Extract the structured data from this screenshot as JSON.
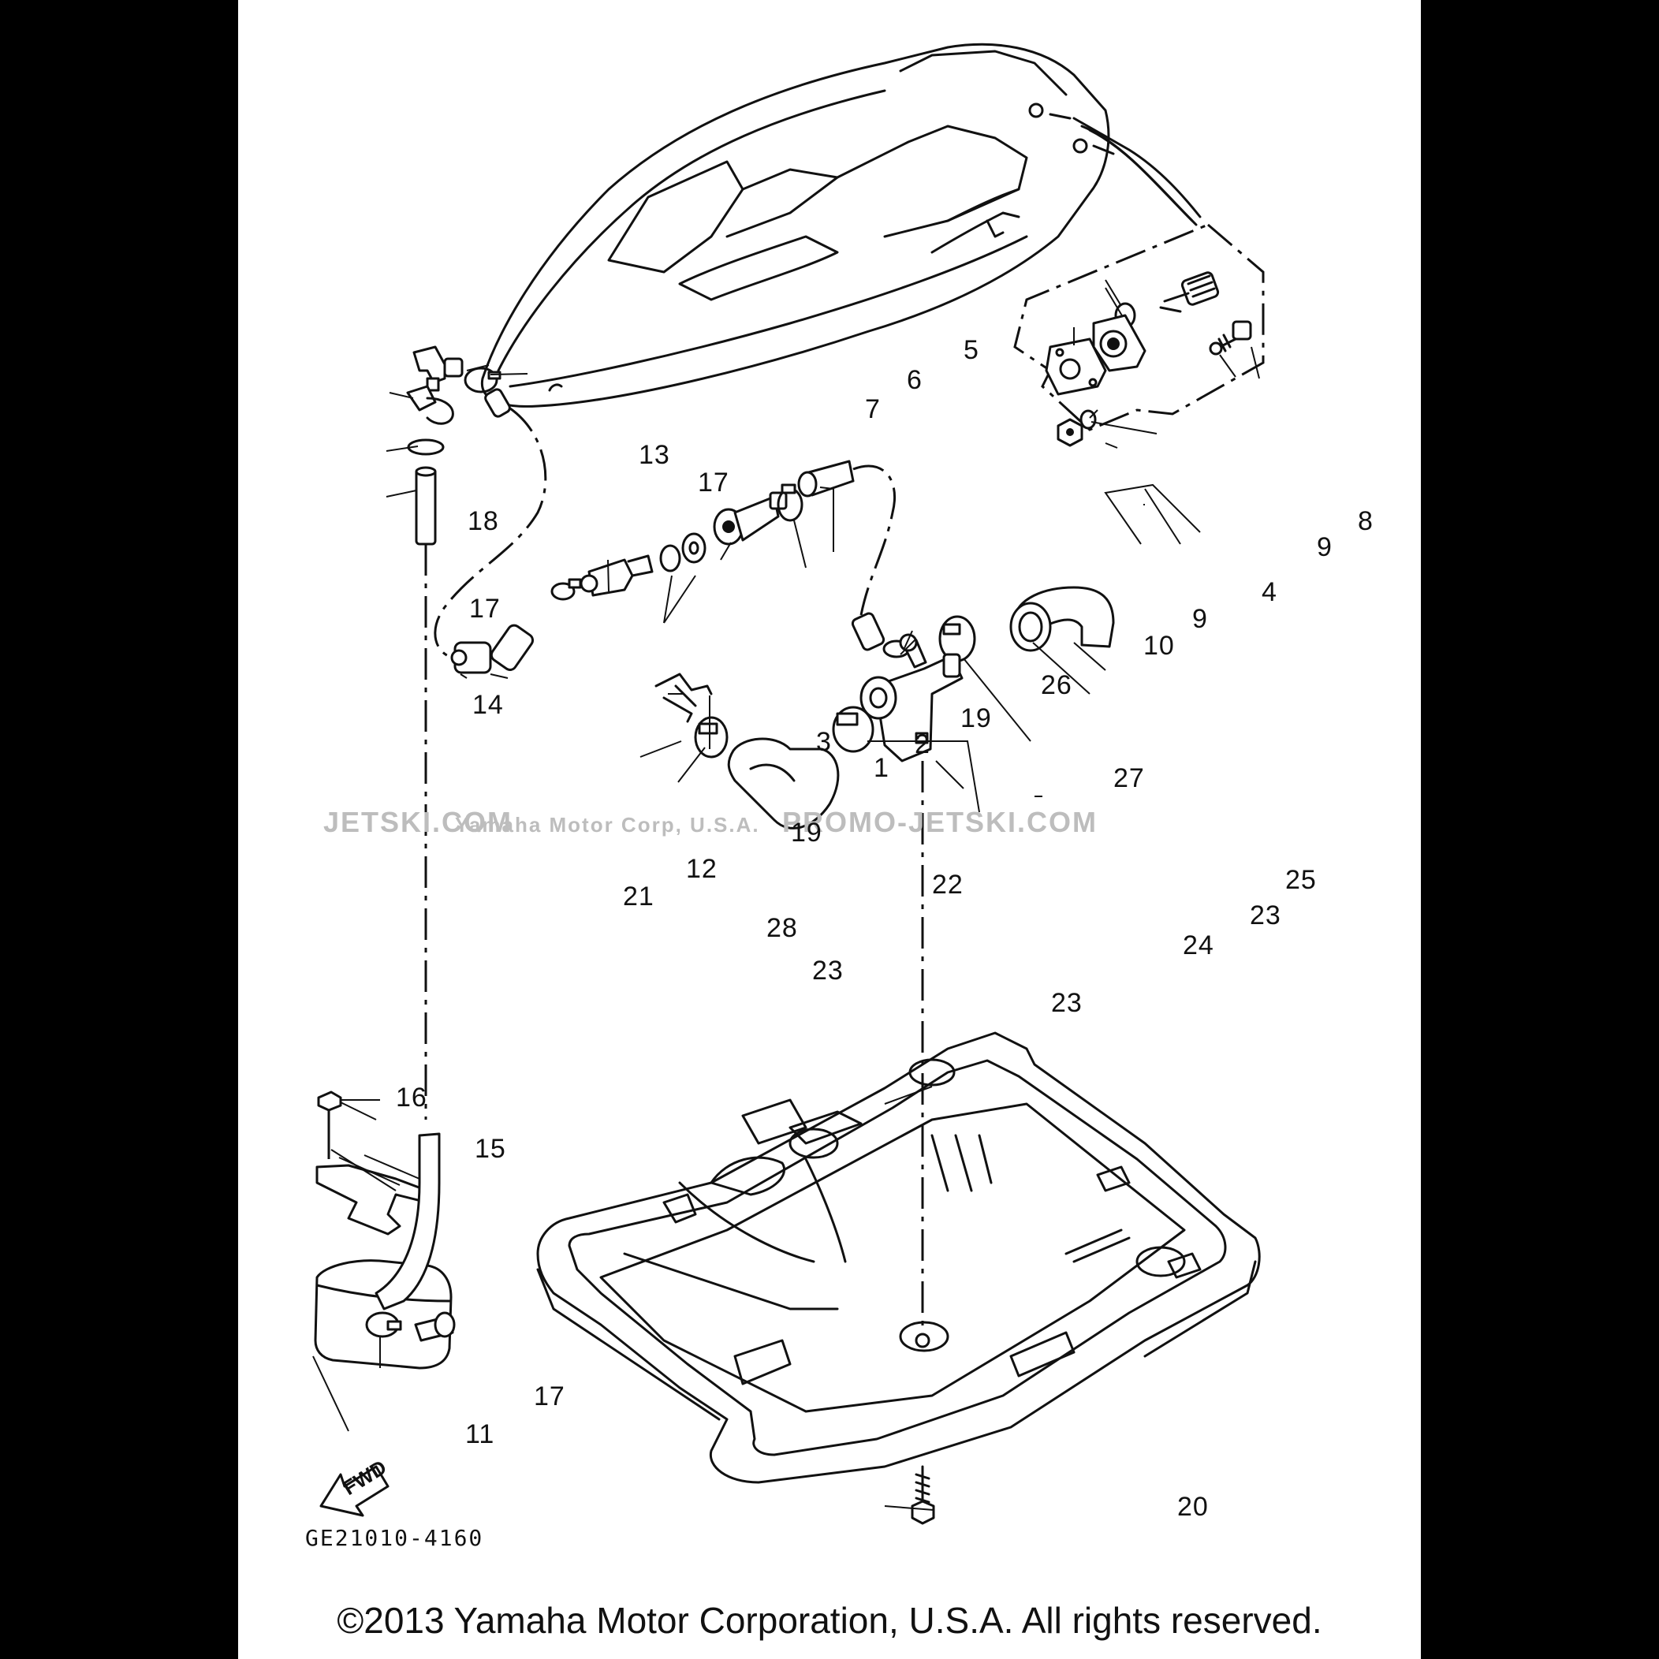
{
  "diagram": {
    "part_labels": {
      "p1": "1",
      "p2": "2",
      "p3": "3",
      "p4": "4",
      "p5": "5",
      "p6": "6",
      "p7": "7",
      "p8": "8",
      "p9a": "9",
      "p9b": "9",
      "p10": "10",
      "p11": "11",
      "p12": "12",
      "p13": "13",
      "p14": "14",
      "p15": "15",
      "p16": "16",
      "p17a": "17",
      "p17b": "17",
      "p17c": "17",
      "p18": "18",
      "p19a": "19",
      "p19b": "19",
      "p20": "20",
      "p21": "21",
      "p22": "22",
      "p23a": "23",
      "p23b": "23",
      "p23c": "23",
      "p24": "24",
      "p25": "25",
      "p26": "26",
      "p27": "27",
      "p28": "28"
    },
    "fwd_label": "FWD",
    "diagram_code": "GE21010-4160",
    "watermarks": {
      "left": "JETSKI.COM",
      "center": "Yamaha Motor Corp, U.S.A.",
      "right": "PROMO-JETSKI.COM"
    }
  },
  "footer": {
    "copyright": "©2013 Yamaha Motor Corporation, U.S.A. All rights reserved."
  }
}
